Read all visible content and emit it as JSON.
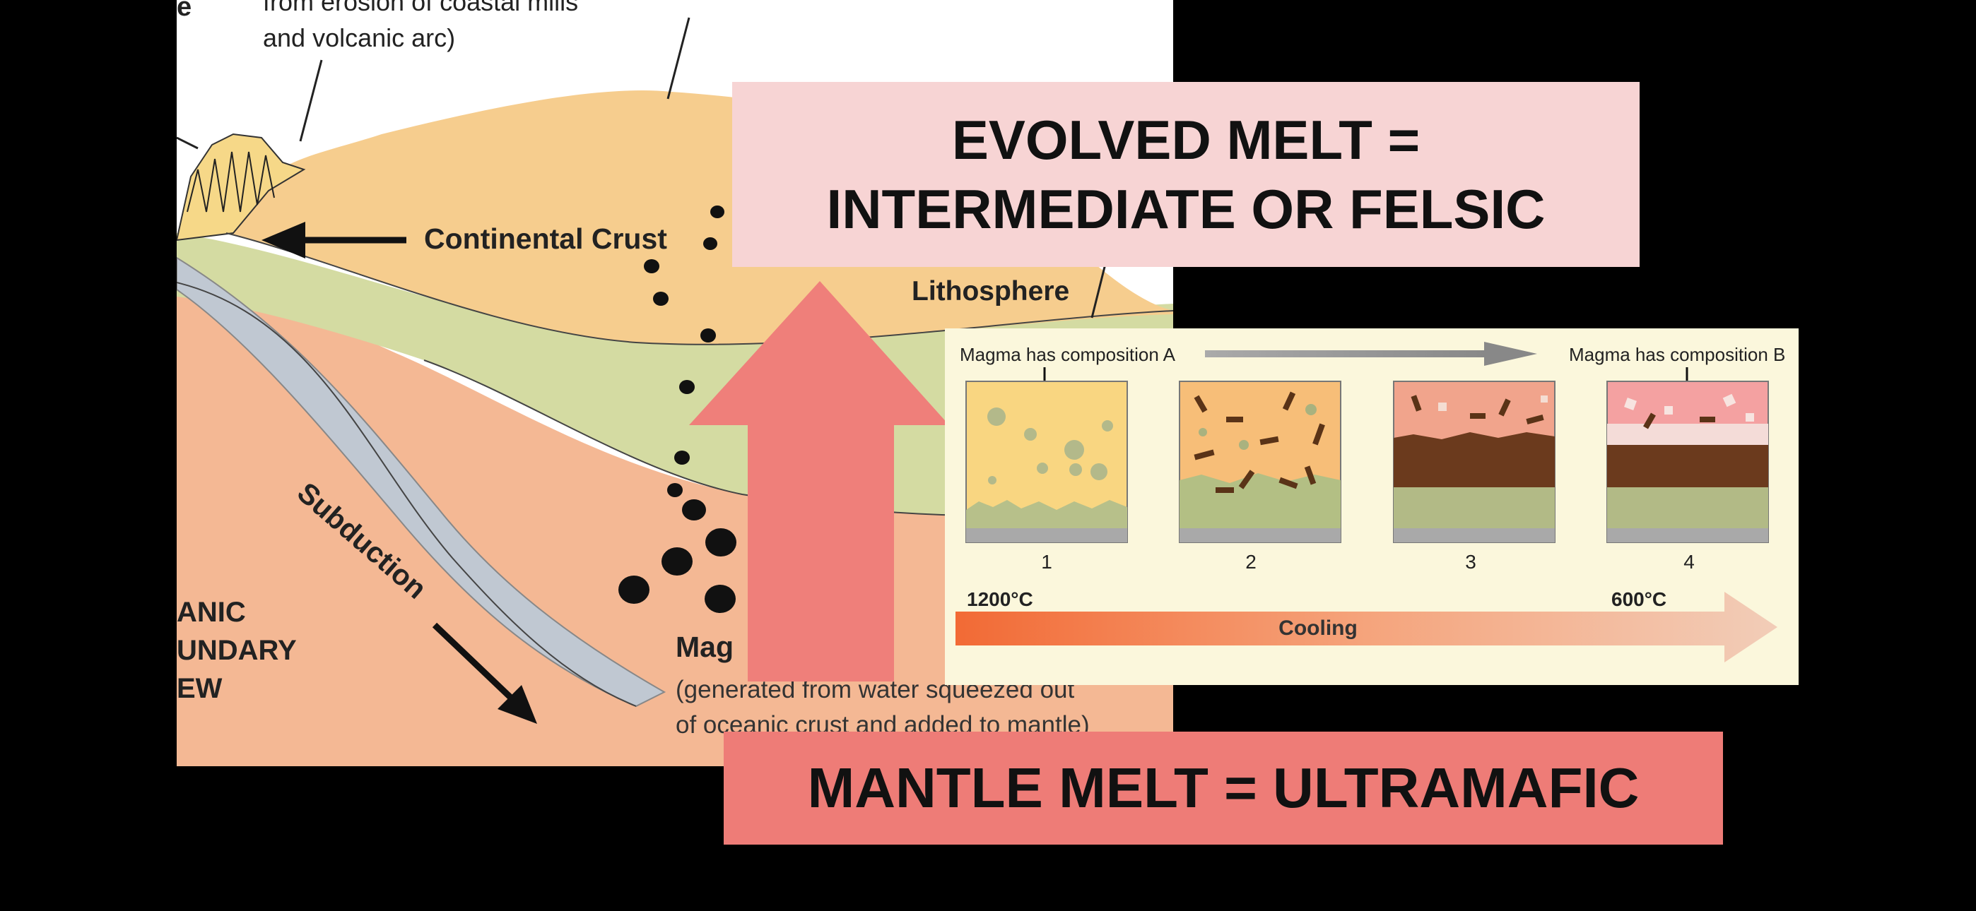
{
  "diagram": {
    "top_text_line1": "from erosion of coastal mills",
    "top_text_line2": "and volcanic arc)",
    "left_edge_letter": "e",
    "continental_crust": "Continental Crust",
    "lithosphere": "Lithosphere",
    "subduction": "Subduction",
    "left_label_line1": "ANIC",
    "left_label_line2": "UNDARY",
    "left_label_line3": "EW",
    "magma_partial": "Mag",
    "magma_note_line1": "(generated from water squeezed out",
    "magma_note_line2": "of oceanic crust and added to mantle)"
  },
  "callouts": {
    "evolved_line1": "EVOLVED MELT =",
    "evolved_line2": "INTERMEDIATE OR FELSIC",
    "mantle": "MANTLE MELT = ULTRAMAFIC"
  },
  "crystallization": {
    "label_a": "Magma has composition A",
    "label_b": "Magma has composition B",
    "stages": [
      "1",
      "2",
      "3",
      "4"
    ],
    "temp_start": "1200°C",
    "temp_end": "600°C",
    "cooling": "Cooling"
  },
  "colors": {
    "evolved_box": "#f7d4d4",
    "mantle_box": "#ee7c77",
    "up_arrow": "#ef7f7a",
    "crust": "#f6cd8e",
    "mantle_green": "#d4dba2",
    "asthenosphere": "#f4b894",
    "slab": "#c0c8d2"
  }
}
